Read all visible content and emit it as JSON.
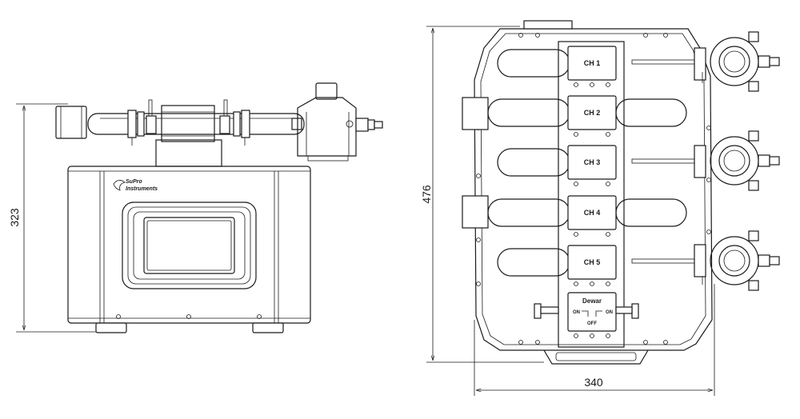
{
  "front_view": {
    "logo_line1": "SuPro",
    "logo_line2": "Instruments",
    "height_dimension": "323"
  },
  "top_view": {
    "height_dimension": "476",
    "width_dimension": "340",
    "channels": [
      "CH 1",
      "CH 2",
      "CH 3",
      "CH 4",
      "CH 5"
    ],
    "dewar_label": "Dewar",
    "dewar_on_left": "ON",
    "dewar_on_right": "ON",
    "dewar_off": "OFF"
  }
}
